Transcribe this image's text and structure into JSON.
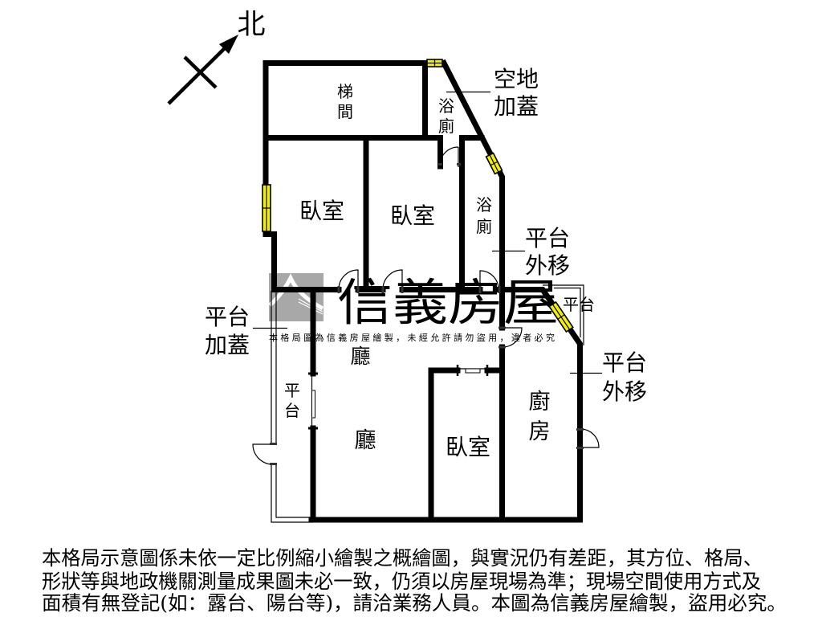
{
  "compass": {
    "label": "北",
    "direction": "north"
  },
  "rooms": {
    "stairwell": {
      "name": "梯間",
      "lines": [
        "梯",
        "間"
      ]
    },
    "bathroom_top": {
      "name": "浴廁",
      "lines": [
        "浴",
        "廁"
      ]
    },
    "bedroom_left": {
      "name": "臥室"
    },
    "bedroom_middle": {
      "name": "臥室"
    },
    "bathroom_right": {
      "name": "浴廁",
      "lines": [
        "浴",
        "廁"
      ]
    },
    "platform_right": {
      "name": "平台"
    },
    "living_upper": {
      "name": "廳"
    },
    "platform_left": {
      "name": "平台",
      "lines": [
        "平",
        "台"
      ]
    },
    "living_lower": {
      "name": "廳"
    },
    "bedroom_bottom": {
      "name": "臥室"
    },
    "kitchen": {
      "name": "廚房",
      "lines": [
        "廚",
        "房"
      ]
    }
  },
  "annotations": {
    "vacant_land_extension": {
      "lines": [
        "空地",
        "加蓋"
      ]
    },
    "platform_relocated_upper": {
      "lines": [
        "平台",
        "外移"
      ]
    },
    "platform_extension": {
      "lines": [
        "平台",
        "加蓋"
      ]
    },
    "platform_relocated_lower": {
      "lines": [
        "平台",
        "外移"
      ]
    }
  },
  "watermark": {
    "brand": "信義房屋",
    "notice": "本格局圖為信義房屋繪製，未經允許請勿盜用，違者必究"
  },
  "disclaimer": {
    "lines": [
      "本格局示意圖係未依一定比例縮小繪製之概繪圖，與實況仍有差距，其方位、格局、",
      "形狀等與地政機關測量成果圖未必一致，仍須以房屋現場為準；現場空間使用方式及",
      "面積有無登記(如：露台、陽台等)，請洽業務人員。本圖為信義房屋繪製，盜用必究。"
    ]
  },
  "colors": {
    "background": "#ffffff",
    "wall": "#000000",
    "window": "#f4ee00",
    "watermark": "#a8a8a8"
  }
}
